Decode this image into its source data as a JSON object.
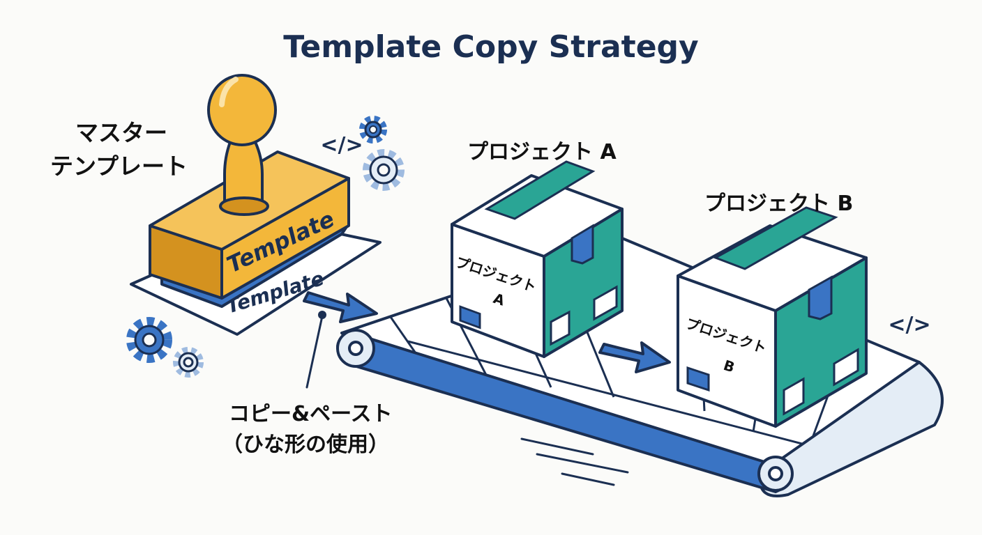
{
  "title": "Template Copy Strategy",
  "master_label": [
    "マスター",
    "テンプレート"
  ],
  "stamp_text": "Template",
  "imprint_text": "Template",
  "copy_label": [
    "コピー&ペースト",
    "（ひな形の使用）"
  ],
  "project_a": {
    "heading": "プロジェクト A",
    "box_line1": "プロジェクト",
    "box_line2": "A"
  },
  "project_b": {
    "heading": "プロジェクト B",
    "box_line1": "プロジェクト",
    "box_line2": "B"
  },
  "code_glyph": "</>",
  "colors": {
    "navy": "#1b2f52",
    "stamp_yellow": "#f3b73a",
    "stamp_dark": "#d4921f",
    "blue": "#3a74c4",
    "teal": "#2aa595",
    "belt_light": "#e4edf6"
  }
}
